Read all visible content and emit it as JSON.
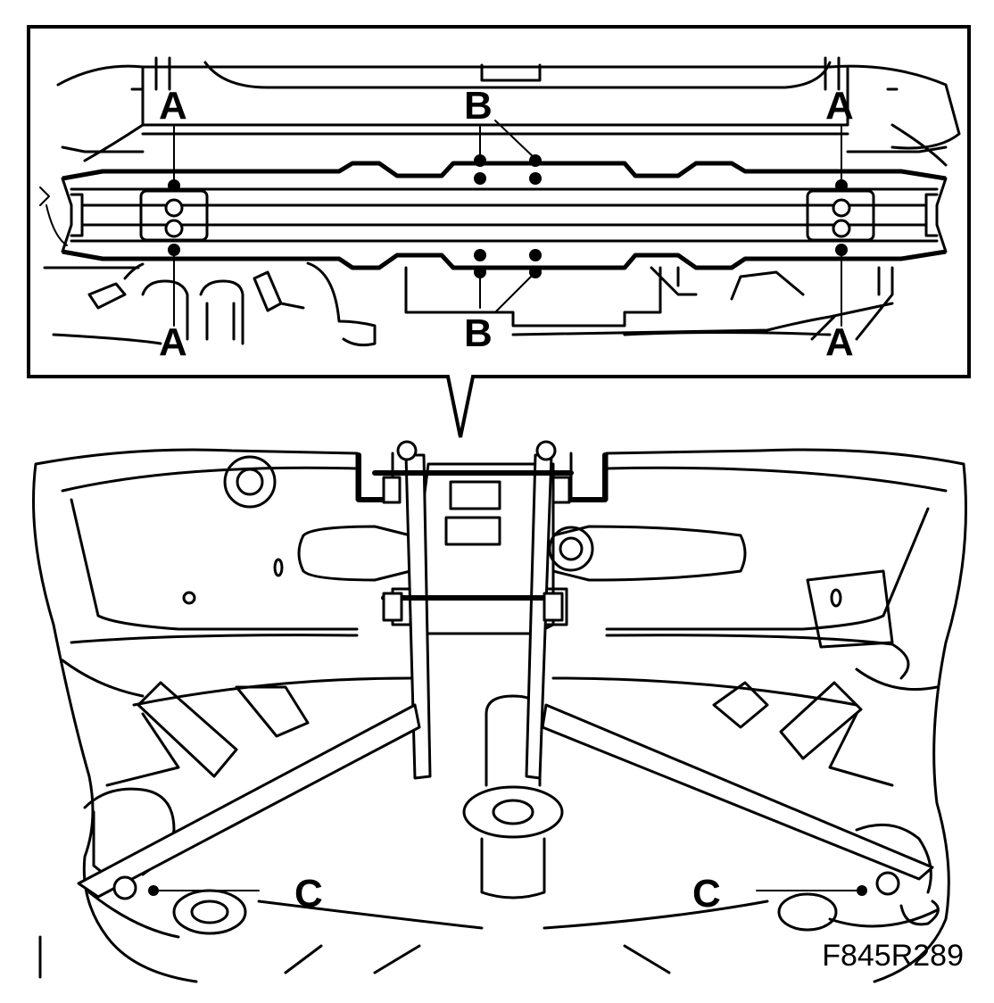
{
  "labels": {
    "a": "A",
    "b": "B",
    "c": "C"
  },
  "figure_code": "F845R289",
  "colors": {
    "line": "#000000",
    "background": "#ffffff"
  }
}
